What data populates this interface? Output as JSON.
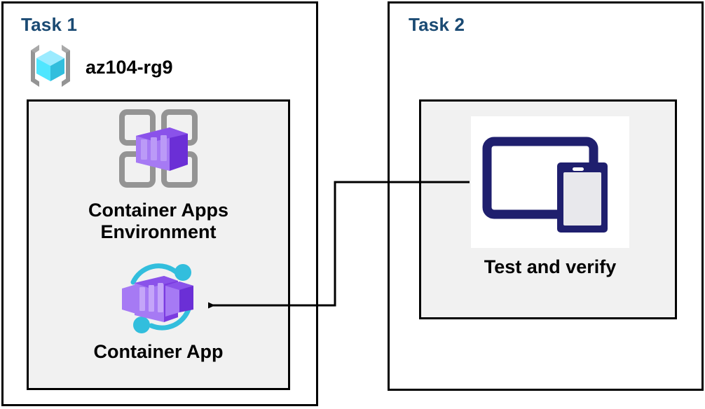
{
  "diagram": {
    "title_color": "#1a4a73",
    "tasks": [
      {
        "title": "Task 1",
        "resource_group": {
          "icon": "resource-group-icon",
          "label": "az104-rg9"
        },
        "nodes": [
          {
            "icon": "container-apps-environment-icon",
            "label": "Container Apps\nEnvironment"
          },
          {
            "icon": "container-app-icon",
            "label": "Container App"
          }
        ]
      },
      {
        "title": "Task 2",
        "nodes": [
          {
            "icon": "test-and-verify-devices-icon",
            "label": "Test and verify"
          }
        ]
      }
    ],
    "connector": {
      "name": "test-to-container-app-arrow",
      "from": "test-and-verify",
      "to": "container-app",
      "direction": "left",
      "color": "#000000"
    },
    "palette": {
      "panel_border": "#000000",
      "inner_fill": "#f1f1f1",
      "resource_group_cube": "#50e6ff",
      "resource_group_bracket": "#949494",
      "container_purple_light": "#a67af4",
      "container_purple_dark": "#6b2fd6",
      "container_app_accent": "#32bedd",
      "device_navy": "#1f1f6e"
    }
  }
}
